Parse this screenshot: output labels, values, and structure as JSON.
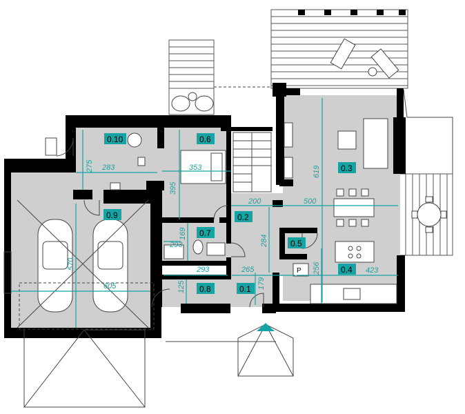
{
  "rooms": [
    {
      "id": "room_0_10",
      "label": "0.10"
    },
    {
      "id": "room_0_6",
      "label": "0.6"
    },
    {
      "id": "room_0_3",
      "label": "0.3"
    },
    {
      "id": "room_0_9",
      "label": "0.9"
    },
    {
      "id": "room_0_2",
      "label": "0.2"
    },
    {
      "id": "room_0_7",
      "label": "0.7"
    },
    {
      "id": "room_0_5",
      "label": "0.5"
    },
    {
      "id": "room_0_4",
      "label": "0.4"
    },
    {
      "id": "room_0_8",
      "label": "0.8"
    },
    {
      "id": "room_0_1",
      "label": "0.1"
    }
  ],
  "dimensions": {
    "d275": "275",
    "d283": "283",
    "d353": "353",
    "d395": "395",
    "d619": "619",
    "d200": "200",
    "d500": "500",
    "d284": "284",
    "d293a": "293",
    "d169": "169",
    "d570": "570",
    "d605": "605",
    "d293b": "293",
    "d265": "265",
    "d179": "179",
    "d256": "256",
    "d423": "423",
    "d125": "125"
  },
  "markers": {
    "pantry": "P"
  },
  "colors": {
    "accent": "#16a3a3",
    "floor": "#cfcfcf",
    "wall": "#000000"
  }
}
